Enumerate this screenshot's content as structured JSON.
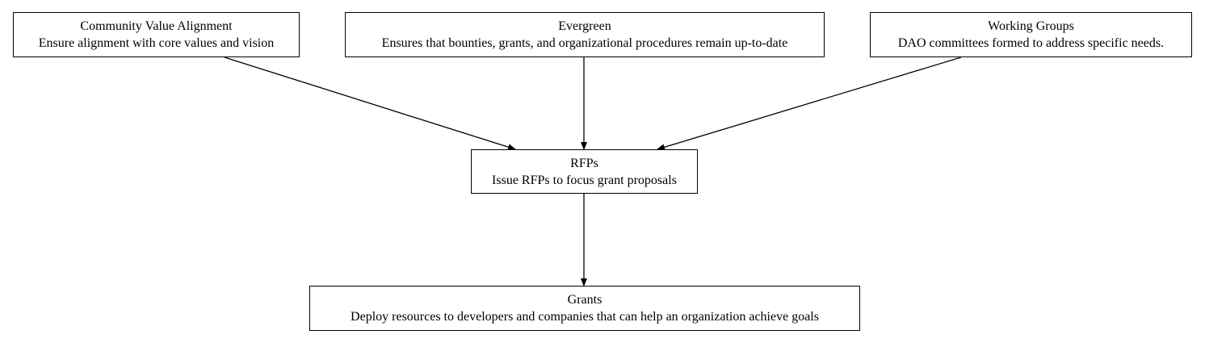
{
  "nodes": {
    "community_value_alignment": {
      "title": "Community Value Alignment",
      "description": "Ensure alignment with core values and vision"
    },
    "evergreen": {
      "title": "Evergreen",
      "description": "Ensures that bounties, grants, and organizational procedures remain up-to-date"
    },
    "working_groups": {
      "title": "Working Groups",
      "description": "DAO committees formed to address specific needs."
    },
    "rfps": {
      "title": "RFPs",
      "description": "Issue RFPs to focus grant proposals"
    },
    "grants": {
      "title": "Grants",
      "description": "Deploy resources to developers and companies that can help an organization achieve goals"
    }
  },
  "edges": [
    {
      "from": "Community Value Alignment",
      "to": "RFPs"
    },
    {
      "from": "Evergreen",
      "to": "RFPs"
    },
    {
      "from": "Working Groups",
      "to": "RFPs"
    },
    {
      "from": "RFPs",
      "to": "Grants"
    }
  ],
  "colors": {
    "stroke": "#000000",
    "fill": "#ffffff"
  }
}
